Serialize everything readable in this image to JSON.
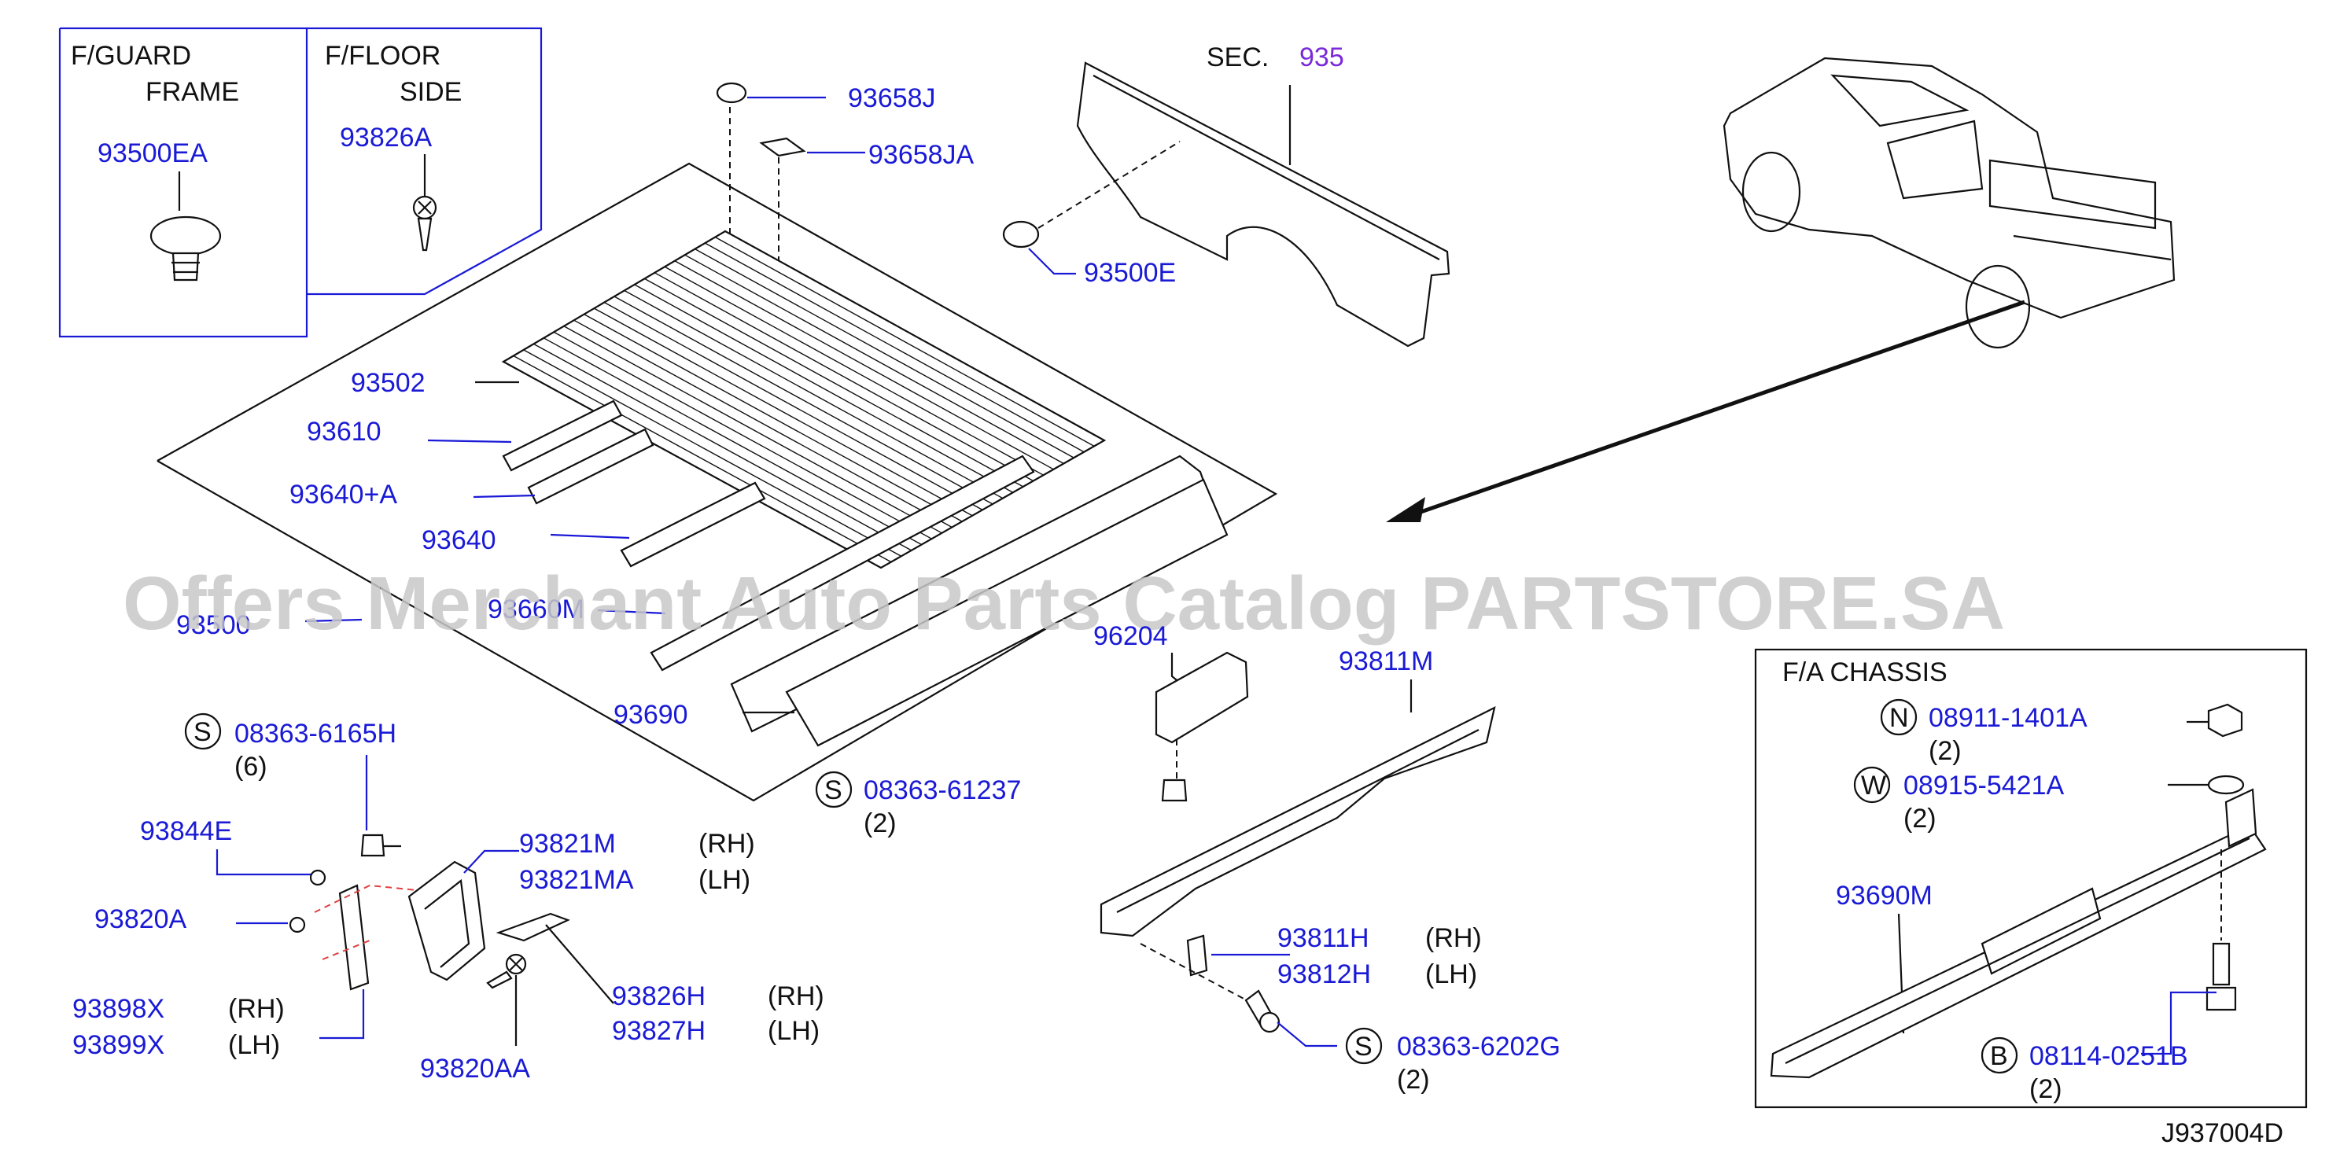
{
  "insets": {
    "fguard": {
      "title_line1": "F/GUARD",
      "title_line2": "FRAME",
      "part": "93500EA"
    },
    "ffloor": {
      "title_line1": "F/FLOOR",
      "title_line2": "SIDE",
      "part": "93826A"
    },
    "chassis": {
      "title": "F/A  CHASSIS"
    }
  },
  "section_ref": {
    "prefix": "SEC.",
    "number": "935"
  },
  "watermark": "Offers Merchant Auto Parts Catalog PARTSTORE.SA",
  "diagram_id": "J937004D",
  "parts": {
    "p93658J": "93658J",
    "p93658JA": "93658JA",
    "p93500E": "93500E",
    "p93502": "93502",
    "p93610": "93610",
    "p93640A": "93640+A",
    "p93640": "93640",
    "p93500": "93500",
    "p93660M": "93660M",
    "p93690": "93690",
    "p96204": "96204",
    "p93811M": "93811M",
    "p93844E": "93844E",
    "p93820A": "93820A",
    "p93821M": "93821M",
    "p93821MA": "93821MA",
    "p93898X": "93898X",
    "p93899X": "93899X",
    "p93826H": "93826H",
    "p93827H": "93827H",
    "p93820AA": "93820AA",
    "p93811H": "93811H",
    "p93812H": "93812H",
    "p93690M": "93690M"
  },
  "side": {
    "rh": "(RH)",
    "lh": "(LH)"
  },
  "fasteners": {
    "s1": {
      "badge": "S",
      "part": "08363-6165H",
      "qty": "(6)"
    },
    "s2": {
      "badge": "S",
      "part": "08363-61237",
      "qty": "(2)"
    },
    "s3": {
      "badge": "S",
      "part": "08363-6202G",
      "qty": "(2)"
    },
    "n1": {
      "badge": "N",
      "part": "08911-1401A",
      "qty": "(2)"
    },
    "w1": {
      "badge": "W",
      "part": "08915-5421A",
      "qty": "(2)"
    },
    "b1": {
      "badge": "B",
      "part": "08114-0251B",
      "qty": "(2)"
    }
  }
}
